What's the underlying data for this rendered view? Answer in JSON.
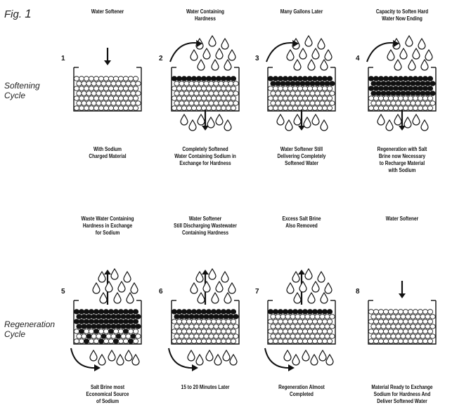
{
  "figure": {
    "label": "Fig.",
    "number": "1"
  },
  "cycles": [
    {
      "name": "softening",
      "label_lines": [
        "Softening",
        "Cycle"
      ]
    },
    {
      "name": "regeneration",
      "label_lines": [
        "Regeneration",
        "Cycle"
      ]
    }
  ],
  "steps": [
    {
      "number": "1",
      "title": [
        "Water Softener"
      ],
      "caption": [
        "With Sodium",
        "Charged Material"
      ]
    },
    {
      "number": "2",
      "title": [
        "Water Containing",
        "Hardness"
      ],
      "caption": [
        "Completely Softened",
        "Water Containing Sodium in",
        "Exchange for Hardness"
      ]
    },
    {
      "number": "3",
      "title": [
        "Many Gallons Later"
      ],
      "caption": [
        "Water Softener Still",
        "Delivering Completely",
        "Softened Water"
      ]
    },
    {
      "number": "4",
      "title": [
        "Capacity to Soften Hard",
        "Water Now Ending"
      ],
      "caption": [
        "Regeneration with Salt",
        "Brine now Necessary",
        "to Recharge Material",
        "with Sodium"
      ]
    },
    {
      "number": "5",
      "title": [
        "Waste Water Containing",
        "Hardness in Exchange",
        "for Sodium"
      ],
      "caption": [
        "Salt Brine most",
        "Economical Source",
        "of Sodium"
      ]
    },
    {
      "number": "6",
      "title": [
        "Water Softener",
        "Still Discharging Wastewater",
        "Containing Hardness"
      ],
      "caption": [
        "15 to 20 Minutes Later"
      ]
    },
    {
      "number": "7",
      "title": [
        "Excess Salt Brine",
        "Also Removed"
      ],
      "caption": [
        "Regeneration Almost",
        "Completed"
      ]
    },
    {
      "number": "8",
      "title": [
        "Water Softener"
      ],
      "caption": [
        "Material Ready to Exchange",
        "Sodium for Hardness And",
        "Deliver Softened Water"
      ]
    }
  ]
}
